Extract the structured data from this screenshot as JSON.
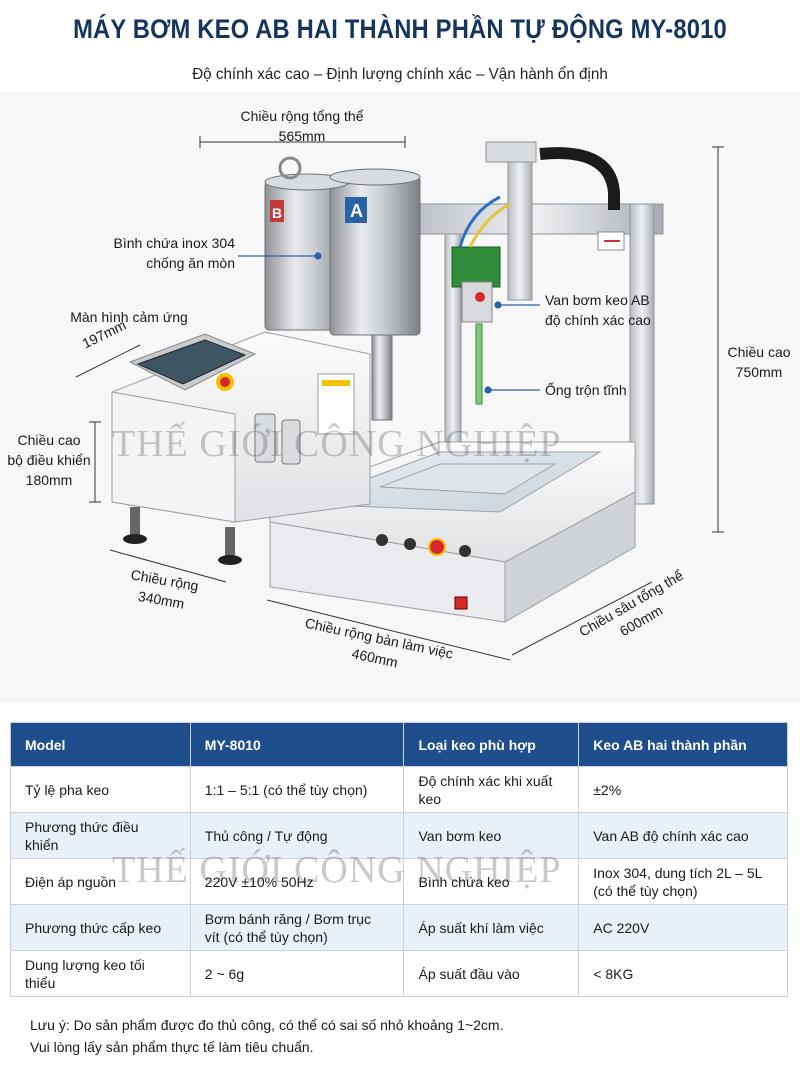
{
  "header": {
    "title": "MÁY BƠM KEO AB HAI THÀNH PHẦN TỰ ĐỘNG MY-8010",
    "subtitle": "Độ chính xác cao – Định lượng chính xác – Vận hành ổn định"
  },
  "labels": {
    "overall_width": {
      "line1": "Chiều rộng tổng thể",
      "line2": "565mm"
    },
    "tank": {
      "line1": "Bình chứa inox 304",
      "line2": "chống ăn mòn"
    },
    "touchscreen": {
      "line1": "Màn hình cảm ứng"
    },
    "screen_depth": {
      "line1": "197mm"
    },
    "controller_height": {
      "line1": "Chiều cao",
      "line2": "bộ điều khiển",
      "line3": "180mm"
    },
    "controller_width": {
      "line1": "Chiều rộng",
      "line2": "340mm"
    },
    "work_width": {
      "line1": "Chiều rộng bàn làm việc",
      "line2": "460mm"
    },
    "overall_depth": {
      "line1": "Chiều sâu tổng thể",
      "line2": "600mm"
    },
    "valve": {
      "line1": "Van bơm keo AB",
      "line2": "độ chính xác cao"
    },
    "mixer": {
      "line1": "Ống trộn tĩnh"
    },
    "height": {
      "line1": "Chiều cao",
      "line2": "750mm"
    }
  },
  "machine_badges": {
    "tank_a": "A",
    "tank_b": "B"
  },
  "watermark": "THẾ GIỚI CÔNG NGHIỆP",
  "table": {
    "header": [
      "Model",
      "MY-8010",
      "Loại keo phù hợp",
      "Keo AB hai thành phần"
    ],
    "rows": [
      [
        "Tỷ lệ pha keo",
        "1:1 – 5:1 (có thể tùy chọn)",
        "Độ chính xác khi xuất keo",
        "±2%"
      ],
      [
        "Phương thức điều khiển",
        "Thủ công / Tự động",
        "Van bơm keo",
        "Van AB độ chính xác cao"
      ],
      [
        "Điện áp nguồn",
        "220V ±10% 50Hz",
        "Bình chứa keo",
        "Inox 304, dung tích 2L – 5L (có thể tùy chọn)"
      ],
      [
        "Phương thức cấp keo",
        "Bơm bánh răng / Bơm trục vít (có thể tùy chọn)",
        "Áp suất khí làm việc",
        "AC 220V"
      ],
      [
        "Dung lượng keo tối thiểu",
        "2 ~ 6g",
        "Áp suất đầu vào",
        "< 8KG"
      ]
    ]
  },
  "note": {
    "line1": "Lưu ý: Do sản phẩm được đo thủ công, có thể có sai số nhỏ khoảng 1~2cm.",
    "line2": "Vui lòng lấy sản phẩm thực tế làm tiêu chuẩn."
  },
  "colors": {
    "title": "#14355e",
    "table_header": "#1e4f8c",
    "table_alt_row": "#eaf0f7",
    "valve_green": "#2e8b3a",
    "estop_red": "#d62828"
  }
}
